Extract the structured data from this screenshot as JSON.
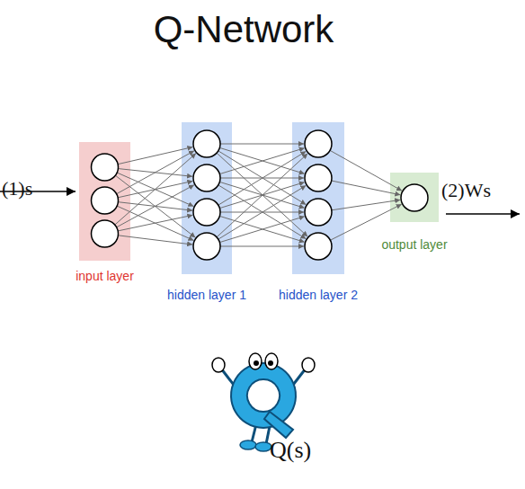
{
  "diagram": {
    "title": "Q-Network",
    "nodes": [
      {
        "text": [
          "input layer"
        ]
      },
      {
        "text": [
          "hidden layer 1"
        ]
      },
      {
        "text": [
          "hidden layer 2"
        ]
      },
      {
        "text": [
          "output layer"
        ]
      }
    ],
    "edges": [
      {
        "from": 0,
        "to": 1,
        "arrow": "to"
      },
      {
        "from": 1,
        "to": 2,
        "arrow": "to"
      },
      {
        "from": 2,
        "to": 3,
        "arrow": "to"
      }
    ],
    "labels": [
      "(1)s",
      "(2)Ws",
      "Q(s)"
    ]
  }
}
